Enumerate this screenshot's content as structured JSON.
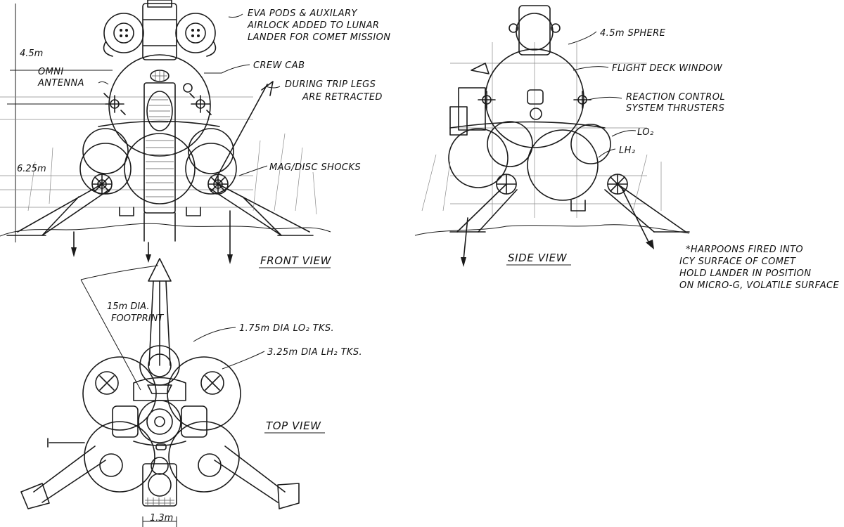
{
  "front_view": {
    "title": "FRONT VIEW",
    "callouts": {
      "eva_pods": [
        "EVA PODS & AUXILARY",
        "AIRLOCK ADDED TO LUNAR",
        "LANDER FOR COMET MISSION"
      ],
      "crew_cab": "CREW CAB",
      "omni_antenna": [
        "OMNI",
        "ANTENNA"
      ],
      "trip_legs": [
        "DURING TRIP LEGS",
        "ARE RETRACTED"
      ],
      "shocks": "MAG/DISC SHOCKS"
    },
    "dims": {
      "upper": "4.5m",
      "lower": "6.25m"
    }
  },
  "side_view": {
    "title": "SIDE VIEW",
    "callouts": {
      "sphere": "4.5m SPHERE",
      "window": "FLIGHT DECK WINDOW",
      "rcs": [
        "REACTION CONTROL",
        "SYSTEM THRUSTERS"
      ],
      "lo2": "LO₂",
      "lh2": "LH₂",
      "harpoons": [
        "*HARPOONS FIRED INTO",
        "ICY SURFACE OF COMET",
        "HOLD LANDER IN POSITION",
        "ON MICRO-G, VOLATILE SURFACE"
      ]
    }
  },
  "top_view": {
    "title": "TOP VIEW",
    "callouts": {
      "footprint": [
        "15m DIA.",
        "FOOTPRINT"
      ],
      "lo2_tanks": "1.75m DIA LO₂ TKS.",
      "lh2_tanks": "3.25m DIA LH₂ TKS."
    },
    "dims": {
      "width": "1.3m"
    }
  }
}
